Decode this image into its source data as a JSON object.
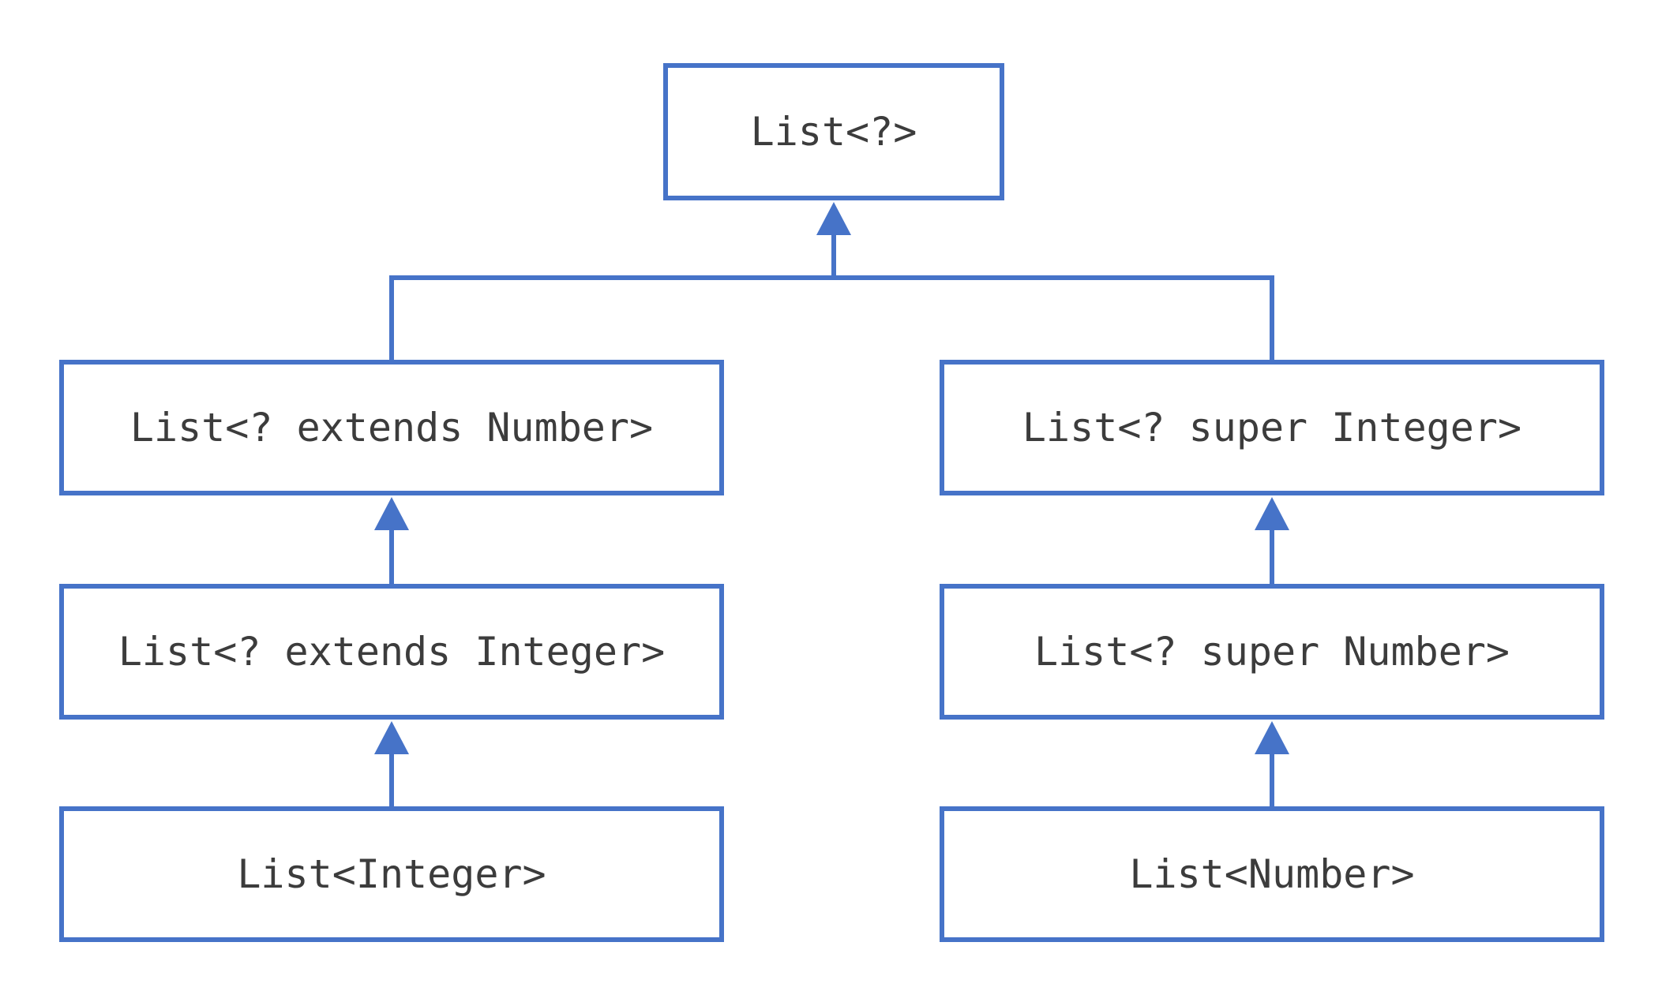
{
  "diagram": {
    "colors": {
      "line": "#4673C8",
      "text": "#3C3C3C",
      "fill": "#FFFFFF",
      "background": "#FFFFFF"
    },
    "nodes": {
      "root": {
        "label": "List<?>"
      },
      "extendsNumber": {
        "label": "List<? extends Number>"
      },
      "superInteger": {
        "label": "List<? super Integer>"
      },
      "extendsInteger": {
        "label": "List<? extends Integer>"
      },
      "superNumber": {
        "label": "List<? super Number>"
      },
      "listInteger": {
        "label": "List<Integer>"
      },
      "listNumber": {
        "label": "List<Number>"
      }
    },
    "edges": [
      {
        "from": "extendsNumber",
        "to": "root",
        "style": "arrow-up"
      },
      {
        "from": "superInteger",
        "to": "root",
        "style": "arrow-up"
      },
      {
        "from": "extendsInteger",
        "to": "extendsNumber",
        "style": "arrow-up"
      },
      {
        "from": "listInteger",
        "to": "extendsInteger",
        "style": "arrow-up"
      },
      {
        "from": "superNumber",
        "to": "superInteger",
        "style": "arrow-up"
      },
      {
        "from": "listNumber",
        "to": "superNumber",
        "style": "arrow-up"
      }
    ]
  }
}
